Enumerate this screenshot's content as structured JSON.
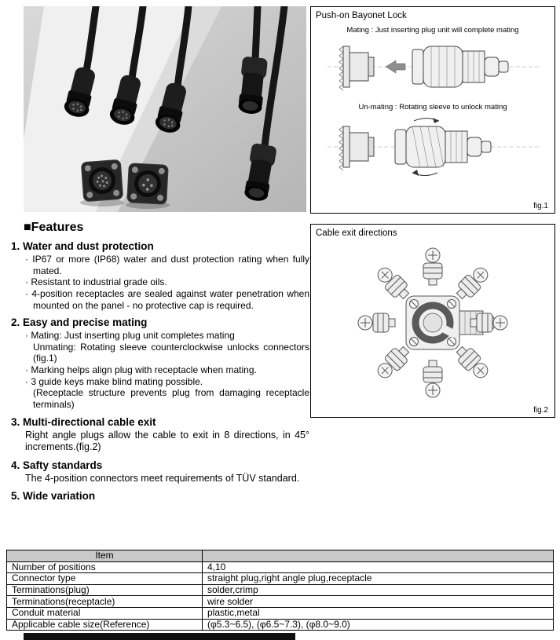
{
  "fig1": {
    "title": "Push-on Bayonet Lock",
    "mating_caption": "Mating : Just inserting plug unit will complete mating",
    "unmating_caption": "Un-mating : Rotating sleeve to unlock mating",
    "label": "fig.1"
  },
  "fig2": {
    "title": "Cable exit directions",
    "label": "fig.2"
  },
  "features": {
    "heading": "■Features",
    "sections": [
      {
        "title": "1. Water and dust protection",
        "bullets": [
          "· IP67 or more (IP68) water and dust protection rating when fully mated.",
          "· Resistant to industrial grade oils.",
          "· 4-position receptacles are sealed against water penetration when mounted on the panel - no protective cap is required."
        ]
      },
      {
        "title": "2. Easy and precise mating",
        "bullets": [
          "· Mating: Just inserting plug unit completes mating\nUnmating: Rotating sleeve counterclockwise unlocks connectors (fig.1)",
          "· Marking helps align plug with receptacle when mating.",
          "· 3 guide keys make blind mating possible.\n(Receptacle structure prevents plug from damaging receptacle terminals)"
        ]
      },
      {
        "title": "3. Multi-directional cable exit",
        "body": "Right angle plugs allow the cable to exit in 8 directions, in 45° increments.(fig.2)"
      },
      {
        "title": "4. Safty standards",
        "body": "The 4-position connectors meet requirements of TÜV standard."
      },
      {
        "title": "5. Wide variation"
      }
    ]
  },
  "table": {
    "header": "Item",
    "rows": [
      {
        "item": "Number of positions",
        "value": "4,10"
      },
      {
        "item": "Connector type",
        "value": "straight plug,right angle plug,receptacle"
      },
      {
        "item": "Terminations(plug)",
        "value": "solder,crimp"
      },
      {
        "item": "Terminations(receptacle)",
        "value": "wire solder"
      },
      {
        "item": "Conduit material",
        "value": "plastic,metal"
      },
      {
        "item": "Applicable cable size(Reference)",
        "value": "(φ5.3~6.5), (φ6.5~7.3), (φ8.0~9.0)"
      }
    ]
  }
}
